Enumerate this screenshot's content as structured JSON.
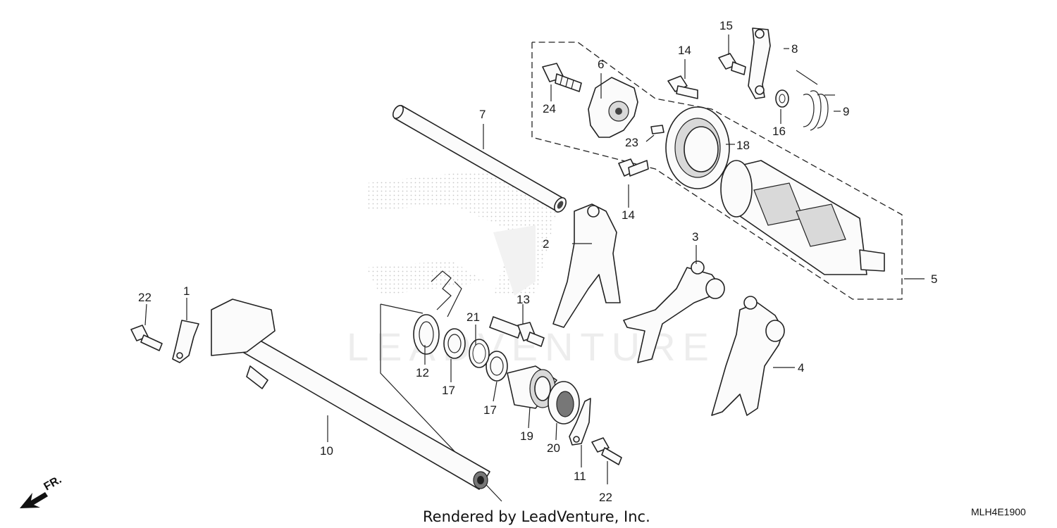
{
  "watermark": "LEADVENTURE",
  "credit": "Rendered by LeadVenture, Inc.",
  "diagram_code": "MLH4E1900",
  "front_marker": "FR.",
  "callouts": {
    "c1": "1",
    "c2": "2",
    "c3": "3",
    "c4": "4",
    "c5": "5",
    "c6": "6",
    "c7": "7",
    "c8": "8",
    "c9": "9",
    "c10": "10",
    "c11": "11",
    "c12": "12",
    "c13": "13",
    "c14a": "14",
    "c14b": "14",
    "c15": "15",
    "c16": "16",
    "c17a": "17",
    "c17b": "17",
    "c18": "18",
    "c19": "19",
    "c20": "20",
    "c21": "21",
    "c22a": "22",
    "c22b": "22",
    "c23": "23",
    "c24": "24"
  }
}
